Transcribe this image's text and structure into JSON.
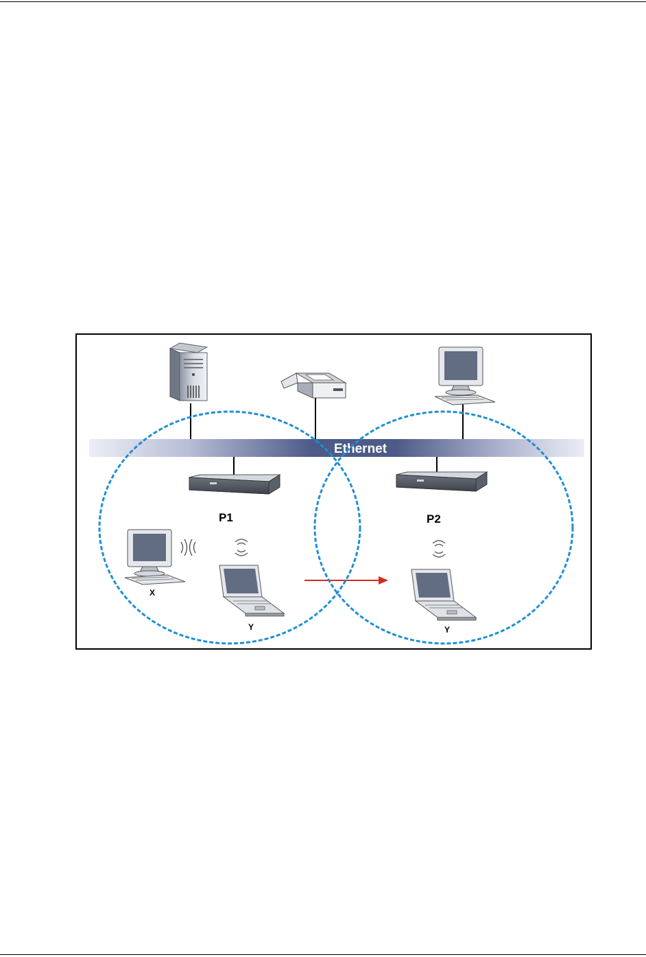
{
  "diagram": {
    "backbone_label": "Ethernet",
    "access_points": [
      "P1",
      "P2"
    ],
    "clients": {
      "desktop": "X",
      "laptop_start": "Y",
      "laptop_end": "Y"
    },
    "colors": {
      "coverage_circle": "#1d8fd6",
      "roaming_arrow": "#d42b20",
      "backbone_dark": "#4d5b88",
      "backbone_light": "#e8eaf2"
    },
    "icons": [
      "server-tower-icon",
      "printer-icon",
      "desktop-computer-icon",
      "access-point-icon",
      "laptop-icon",
      "wireless-signal-icon"
    ]
  }
}
